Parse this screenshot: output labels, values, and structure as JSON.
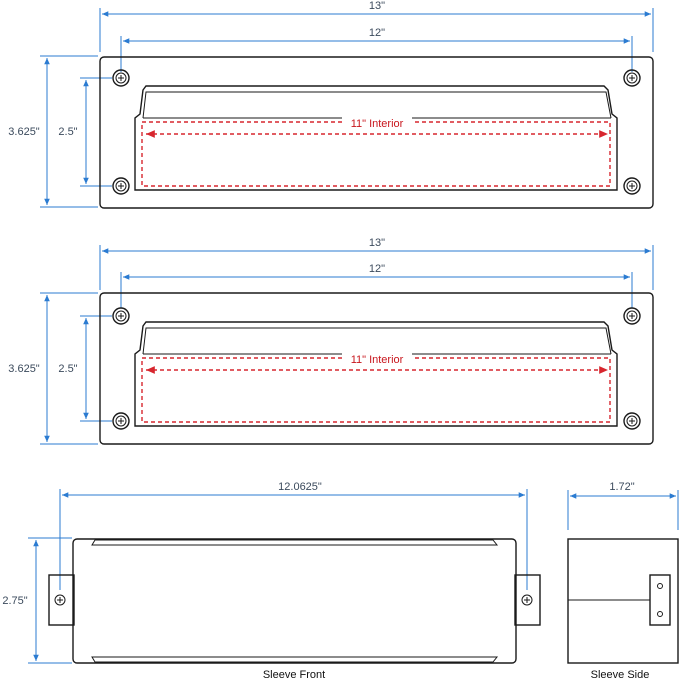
{
  "colors": {
    "dimension_line": "#2b7bd1",
    "interior_dimension": "#d7262e",
    "outline": "#1a1a1a",
    "background": "#ffffff"
  },
  "plate_top": {
    "overall_width": "13\"",
    "hole_spacing": "12\"",
    "overall_height": "3.625\"",
    "hole_vertical_spacing": "2.5\"",
    "interior_width": "11\" Interior"
  },
  "plate_middle": {
    "overall_width": "13\"",
    "hole_spacing": "12\"",
    "overall_height": "3.625\"",
    "hole_vertical_spacing": "2.5\"",
    "interior_width": "11\" Interior"
  },
  "sleeve_front": {
    "width": "12.0625\"",
    "height": "2.75\"",
    "caption": "Sleeve Front"
  },
  "sleeve_side": {
    "depth": "1.72\"",
    "caption": "Sleeve Side"
  }
}
